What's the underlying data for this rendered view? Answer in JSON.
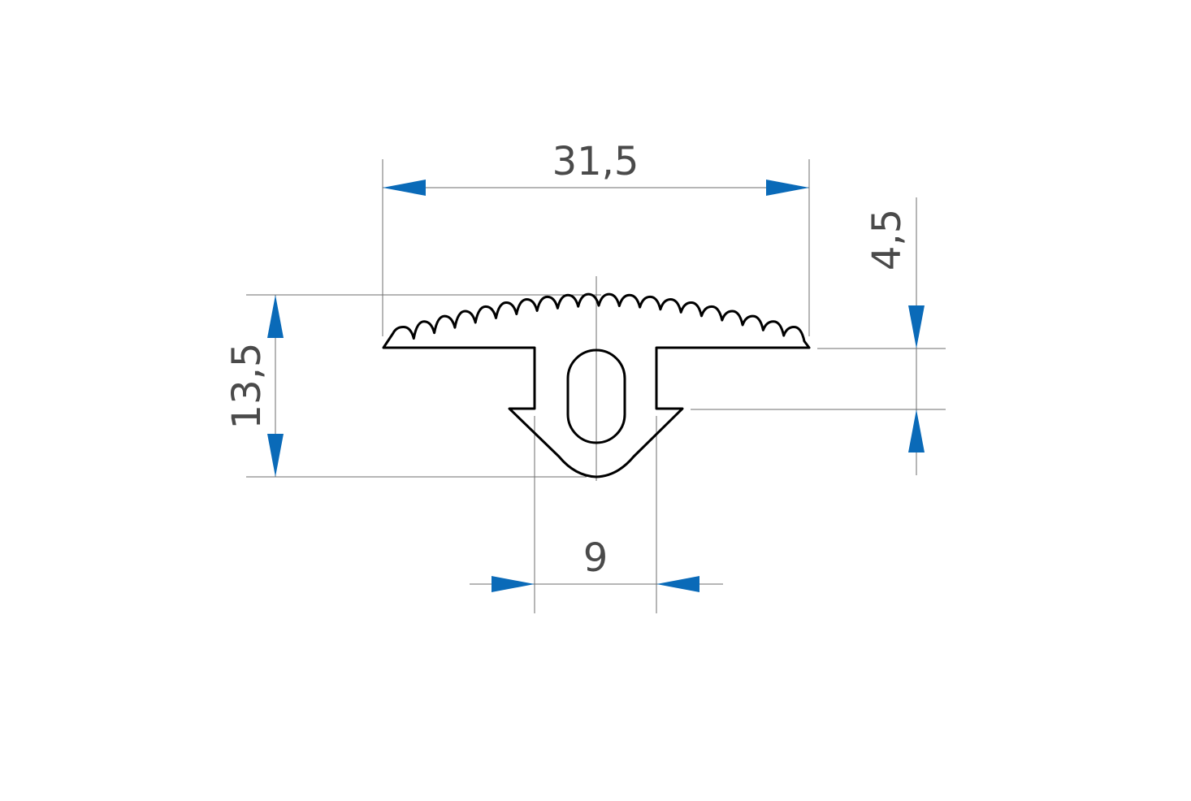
{
  "dimensions": {
    "overall_width": "31,5",
    "overall_height": "13,5",
    "flange_gap": "4,5",
    "stem_width": "9"
  },
  "colors": {
    "arrow": "#0a6ab8",
    "profile": "#000000",
    "dimension_line": "#6e6e6e",
    "label": "#4a4a4a"
  }
}
